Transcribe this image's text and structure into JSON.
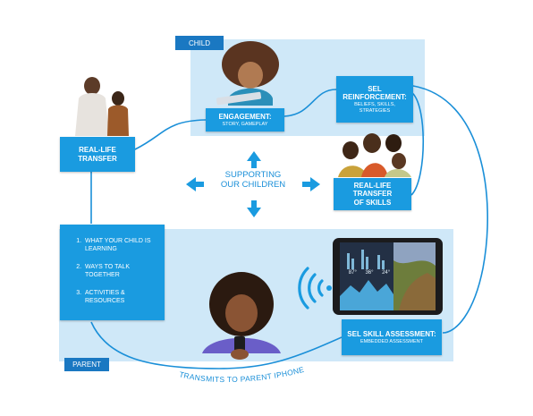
{
  "tags": {
    "child": "CHILD",
    "parent": "PARENT"
  },
  "engagement": {
    "title": "ENGAGEMENT:",
    "sub": "STORY, GAMEPLAY"
  },
  "sel_reinforcement": {
    "title_1": "SEL",
    "title_2": "REINFORCEMENT:",
    "sub_1": "BELIEFS, SKILLS,",
    "sub_2": "STRATEGIES"
  },
  "real_life_transfer": {
    "line_1": "REAL-LIFE",
    "line_2": "TRANSFER"
  },
  "real_life_transfer_skills": {
    "line_1": "REAL-LIFE TRANSFER",
    "line_2": "OF SKILLS"
  },
  "center": {
    "line_1": "SUPPORTING",
    "line_2": "OUR CHILDREN"
  },
  "info_box": {
    "items": [
      "WHAT YOUR CHILD IS LEARNING",
      "WAYS TO TALK TOGETHER",
      "ACTIVITIES & RESOURCES"
    ]
  },
  "assessment": {
    "title": "SEL SKILL ASSESSMENT:",
    "sub": "EMBEDDED ASSESSMENT"
  },
  "transmit": {
    "label": "TRANSMITS TO PARENT IPHONE"
  },
  "tablet": {
    "readouts": [
      "87°",
      "36°",
      "24°"
    ]
  },
  "colors": {
    "box_blue": "#1a9be0",
    "tag_blue": "#1a78c2",
    "panel_blue": "#cfe8f8",
    "line_blue": "#1a8fd8"
  }
}
